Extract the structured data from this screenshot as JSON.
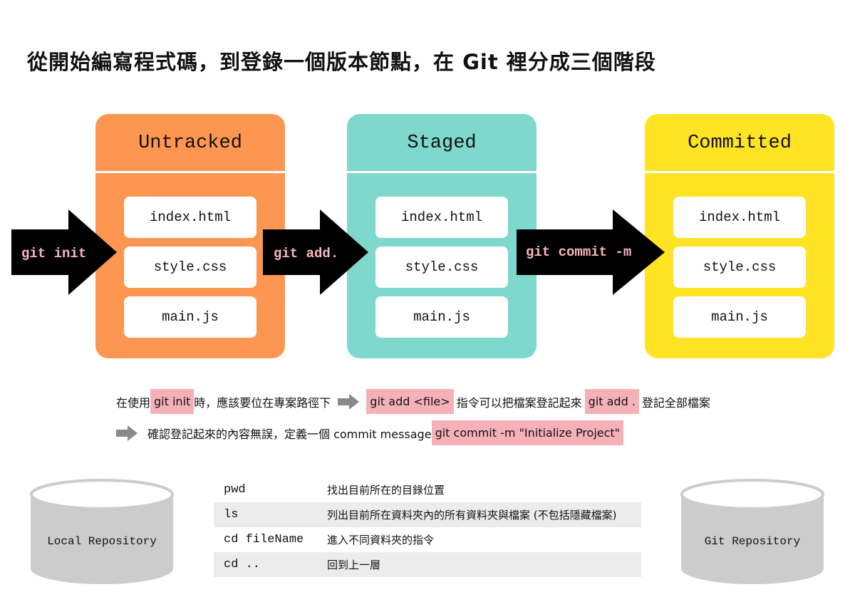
{
  "title": "從開始編寫程式碼，到登錄一個版本節點，在 Git 裡分成三個階段",
  "stages": [
    {
      "name": "Untracked",
      "color": "#fd9651",
      "files": [
        "index.html",
        "style.css",
        "main.js"
      ]
    },
    {
      "name": "Staged",
      "color": "#7fd8cc",
      "files": [
        "index.html",
        "style.css",
        "main.js"
      ]
    },
    {
      "name": "Committed",
      "color": "#ffe324",
      "files": [
        "index.html",
        "style.css",
        "main.js"
      ]
    }
  ],
  "arrows": [
    "git init",
    "git add.",
    "git commit -m"
  ],
  "notes": {
    "line1": {
      "t1": "在使用",
      "hl1": "git init",
      "t2": "時，應該要位在專案路徑下",
      "hl2": "git add <file>",
      "t3": "指令可以把檔案登記起來",
      "hl3": "git add .",
      "t4": "登記全部檔案"
    },
    "line2": {
      "t1": "確認登記起來的內容無誤，定義一個 commit message",
      "hl1": "git commit -m \"Initialize Project\""
    }
  },
  "repos": {
    "local": "Local Repository",
    "git": "Git Repository"
  },
  "commands": [
    {
      "cmd": "pwd",
      "desc": "找出目前所在的目錄位置"
    },
    {
      "cmd": "ls",
      "desc": "列出目前所在資料夾內的所有資料夾與檔案 (不包括隱藏檔案)"
    },
    {
      "cmd": "cd fileName",
      "desc": "進入不同資料夾的指令"
    },
    {
      "cmd": "cd ..",
      "desc": "回到上一層"
    }
  ],
  "colors": {
    "arrow": "#000000",
    "label": "#f7b7be",
    "highlight": "#f6b1b8",
    "cylinder": "#cccccc",
    "grayArrow": "#8a8a8a"
  }
}
